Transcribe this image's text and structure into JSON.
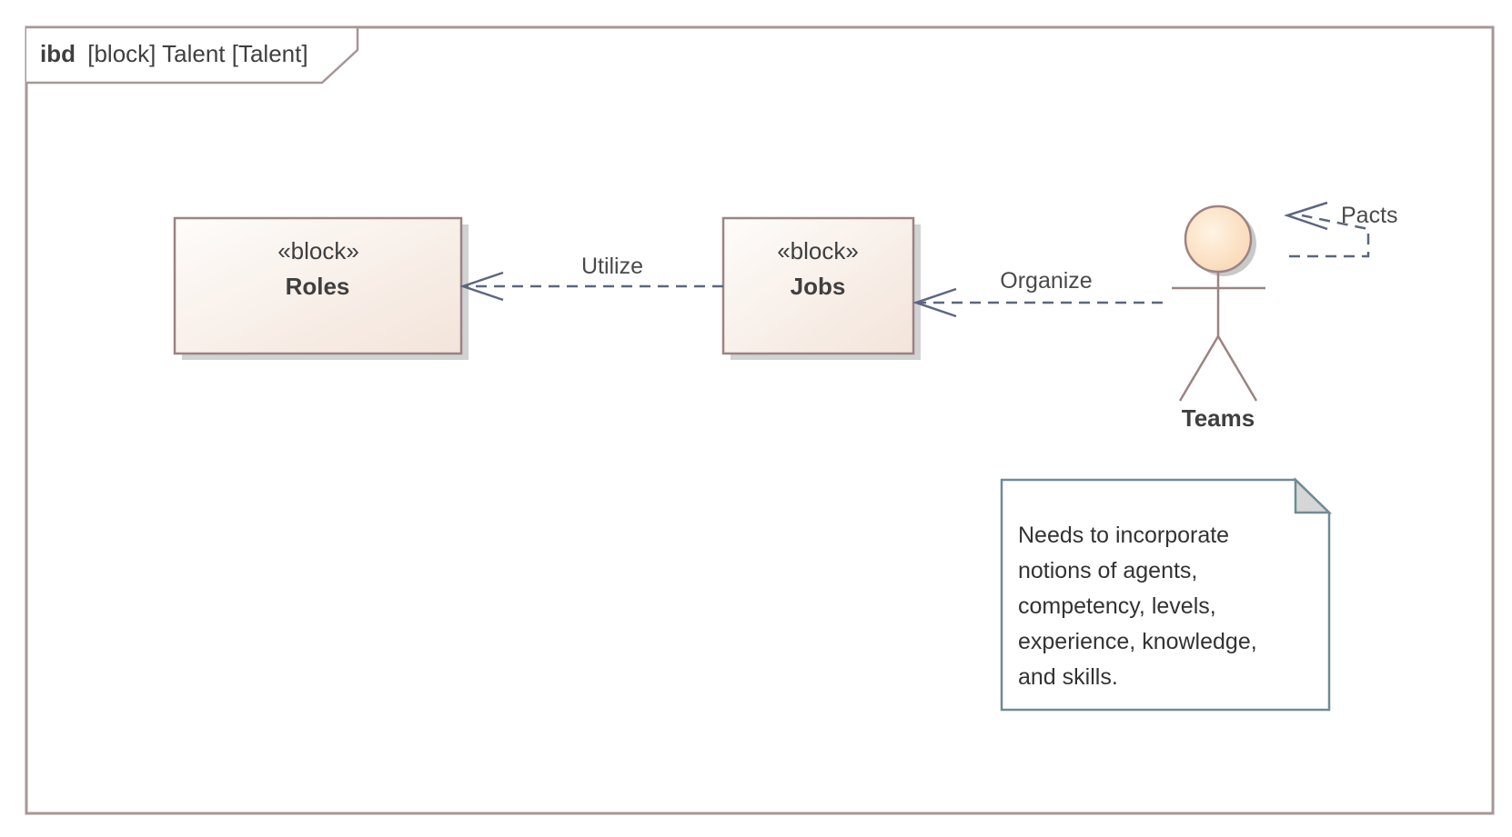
{
  "frame": {
    "kind": "ibd",
    "title": "[block] Talent [Talent]"
  },
  "blocks": [
    {
      "stereotype": "«block»",
      "name": "Roles"
    },
    {
      "stereotype": "«block»",
      "name": "Jobs"
    }
  ],
  "actor": {
    "name": "Teams"
  },
  "relations": [
    {
      "label": "Utilize",
      "from": "Jobs",
      "to": "Roles",
      "style": "dependency"
    },
    {
      "label": "Organize",
      "from": "Teams",
      "to": "Jobs",
      "style": "dependency"
    },
    {
      "label": "Pacts",
      "from": "Teams",
      "to": "Teams",
      "style": "dependency"
    }
  ],
  "note": {
    "lines": [
      "Needs to incorporate",
      "notions of agents,",
      "competency, levels,",
      "experience, knowledge,",
      "and skills."
    ]
  },
  "colors": {
    "frame_border": "#a09090",
    "block_border": "#9c7f7f",
    "block_fill_light": "#fefcfa",
    "block_fill_dark": "#f5e7de",
    "shadow": "#cccccc",
    "connector": "#5c6680",
    "actor_head": "#fbe3c6",
    "note_border": "#6f8b96",
    "note_fold": "#d6d6d6"
  }
}
